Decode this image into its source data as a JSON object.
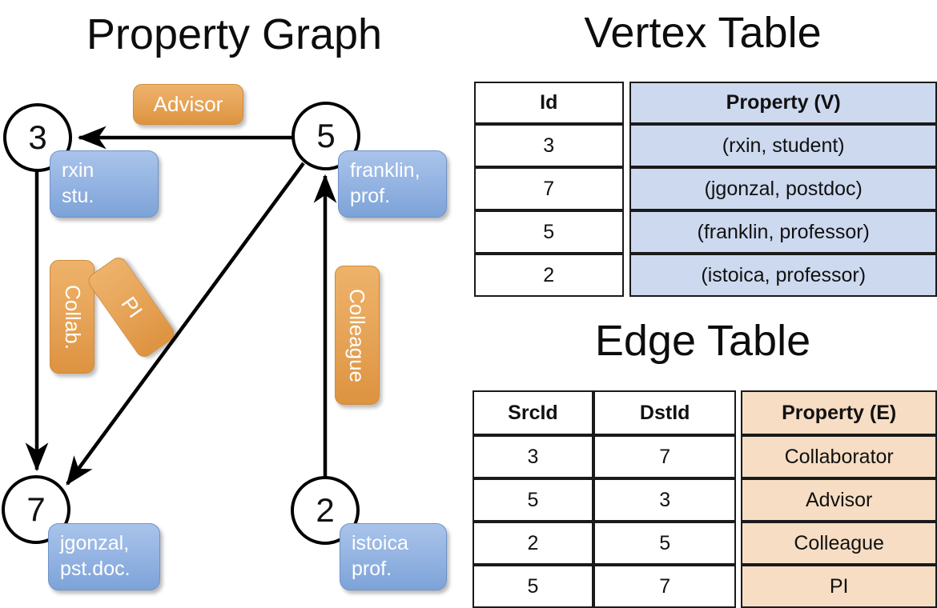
{
  "titles": {
    "property_graph": "Property Graph",
    "vertex_table": "Vertex Table",
    "edge_table": "Edge Table"
  },
  "graph": {
    "nodes": [
      {
        "id": "3",
        "property_line1": "rxin",
        "property_line2": "stu."
      },
      {
        "id": "5",
        "property_line1": "franklin,",
        "property_line2": "prof."
      },
      {
        "id": "7",
        "property_line1": "jgonzal,",
        "property_line2": "pst.doc."
      },
      {
        "id": "2",
        "property_line1": "istoica",
        "property_line2": "prof."
      }
    ],
    "edge_labels": [
      {
        "name": "advisor",
        "text": "Advisor"
      },
      {
        "name": "collab",
        "text": "Collab."
      },
      {
        "name": "pi",
        "text": "PI"
      },
      {
        "name": "colleague",
        "text": "Colleague"
      }
    ],
    "edges": [
      {
        "from": "5",
        "to": "3",
        "label": "Advisor"
      },
      {
        "from": "3",
        "to": "7",
        "label": "Collab."
      },
      {
        "from": "5",
        "to": "7",
        "label": "PI"
      },
      {
        "from": "2",
        "to": "5",
        "label": "Colleague"
      }
    ]
  },
  "vertex_table": {
    "headers": [
      "Id",
      "Property (V)"
    ],
    "rows": [
      {
        "id": "3",
        "property": "(rxin, student)"
      },
      {
        "id": "7",
        "property": "(jgonzal, postdoc)"
      },
      {
        "id": "5",
        "property": "(franklin, professor)"
      },
      {
        "id": "2",
        "property": "(istoica, professor)"
      }
    ],
    "property_column_color": "#ccd9ef"
  },
  "edge_table": {
    "headers": [
      "SrcId",
      "DstId",
      "Property (E)"
    ],
    "rows": [
      {
        "src": "3",
        "dst": "7",
        "property": "Collaborator"
      },
      {
        "src": "5",
        "dst": "3",
        "property": "Advisor"
      },
      {
        "src": "2",
        "dst": "5",
        "property": "Colleague"
      },
      {
        "src": "5",
        "dst": "7",
        "property": "PI"
      }
    ],
    "property_column_color": "#f6ddc3"
  },
  "colors": {
    "vertex_property_box": "#96b5e3",
    "edge_label_box": "#e8a75c",
    "stroke": "#000000",
    "background": "#ffffff"
  }
}
